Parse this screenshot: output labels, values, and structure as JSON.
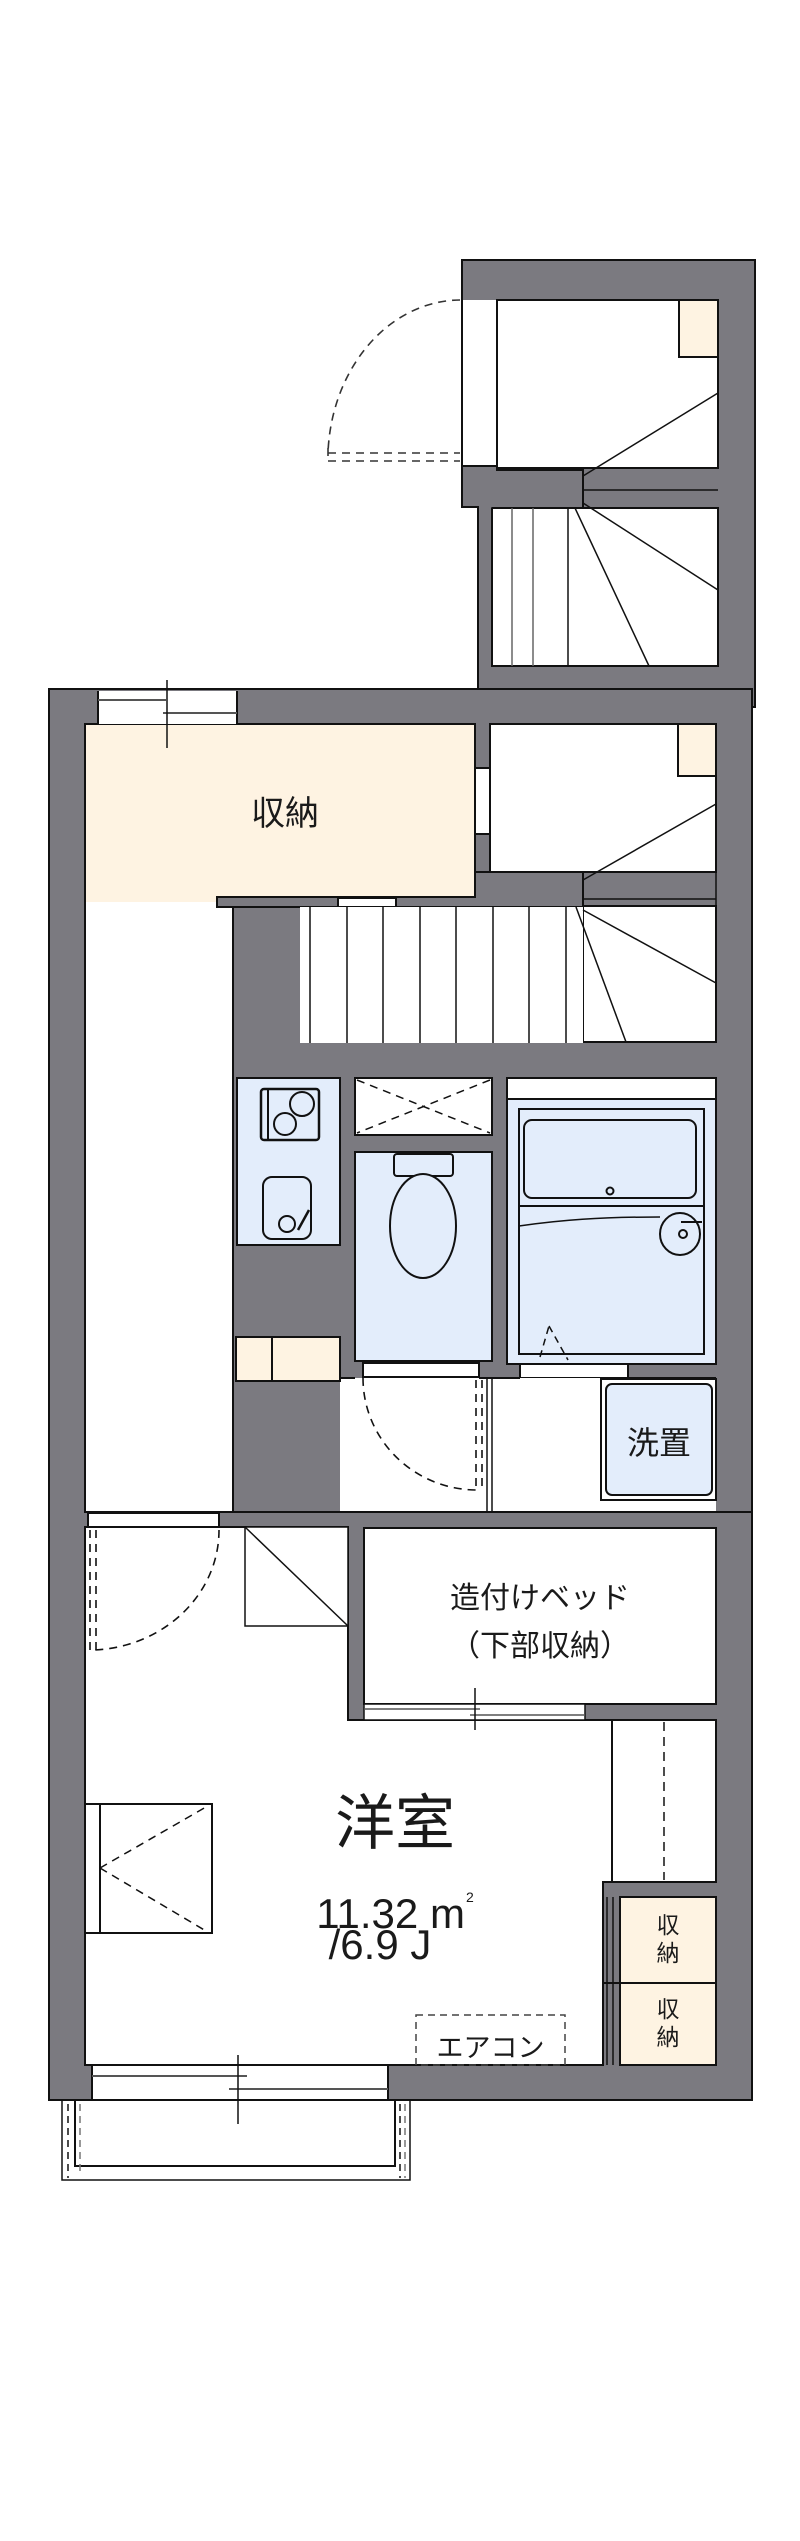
{
  "floor_plan": {
    "rooms": {
      "storage_main": {
        "label": "収納"
      },
      "washer": {
        "label": "洗置"
      },
      "built_in_bed": {
        "line1": "造付けベッド",
        "line2": "（下部収納）"
      },
      "western_room": {
        "label": "洋室",
        "area_value": "11.32",
        "area_unit": "m",
        "area_sup": "2",
        "jo": "/6.9 J"
      },
      "aircon": {
        "label": "エアコン"
      },
      "storage_small_1": {
        "label_top": "収",
        "label_bottom": "納"
      },
      "storage_small_2": {
        "label_top": "収",
        "label_bottom": "納"
      }
    },
    "colors": {
      "wall": "#7b7a80",
      "wall_outline": "#111111",
      "storage_fill": "#fef3e2",
      "wet_area_fill": "#e3edfb",
      "background": "#ffffff"
    }
  }
}
